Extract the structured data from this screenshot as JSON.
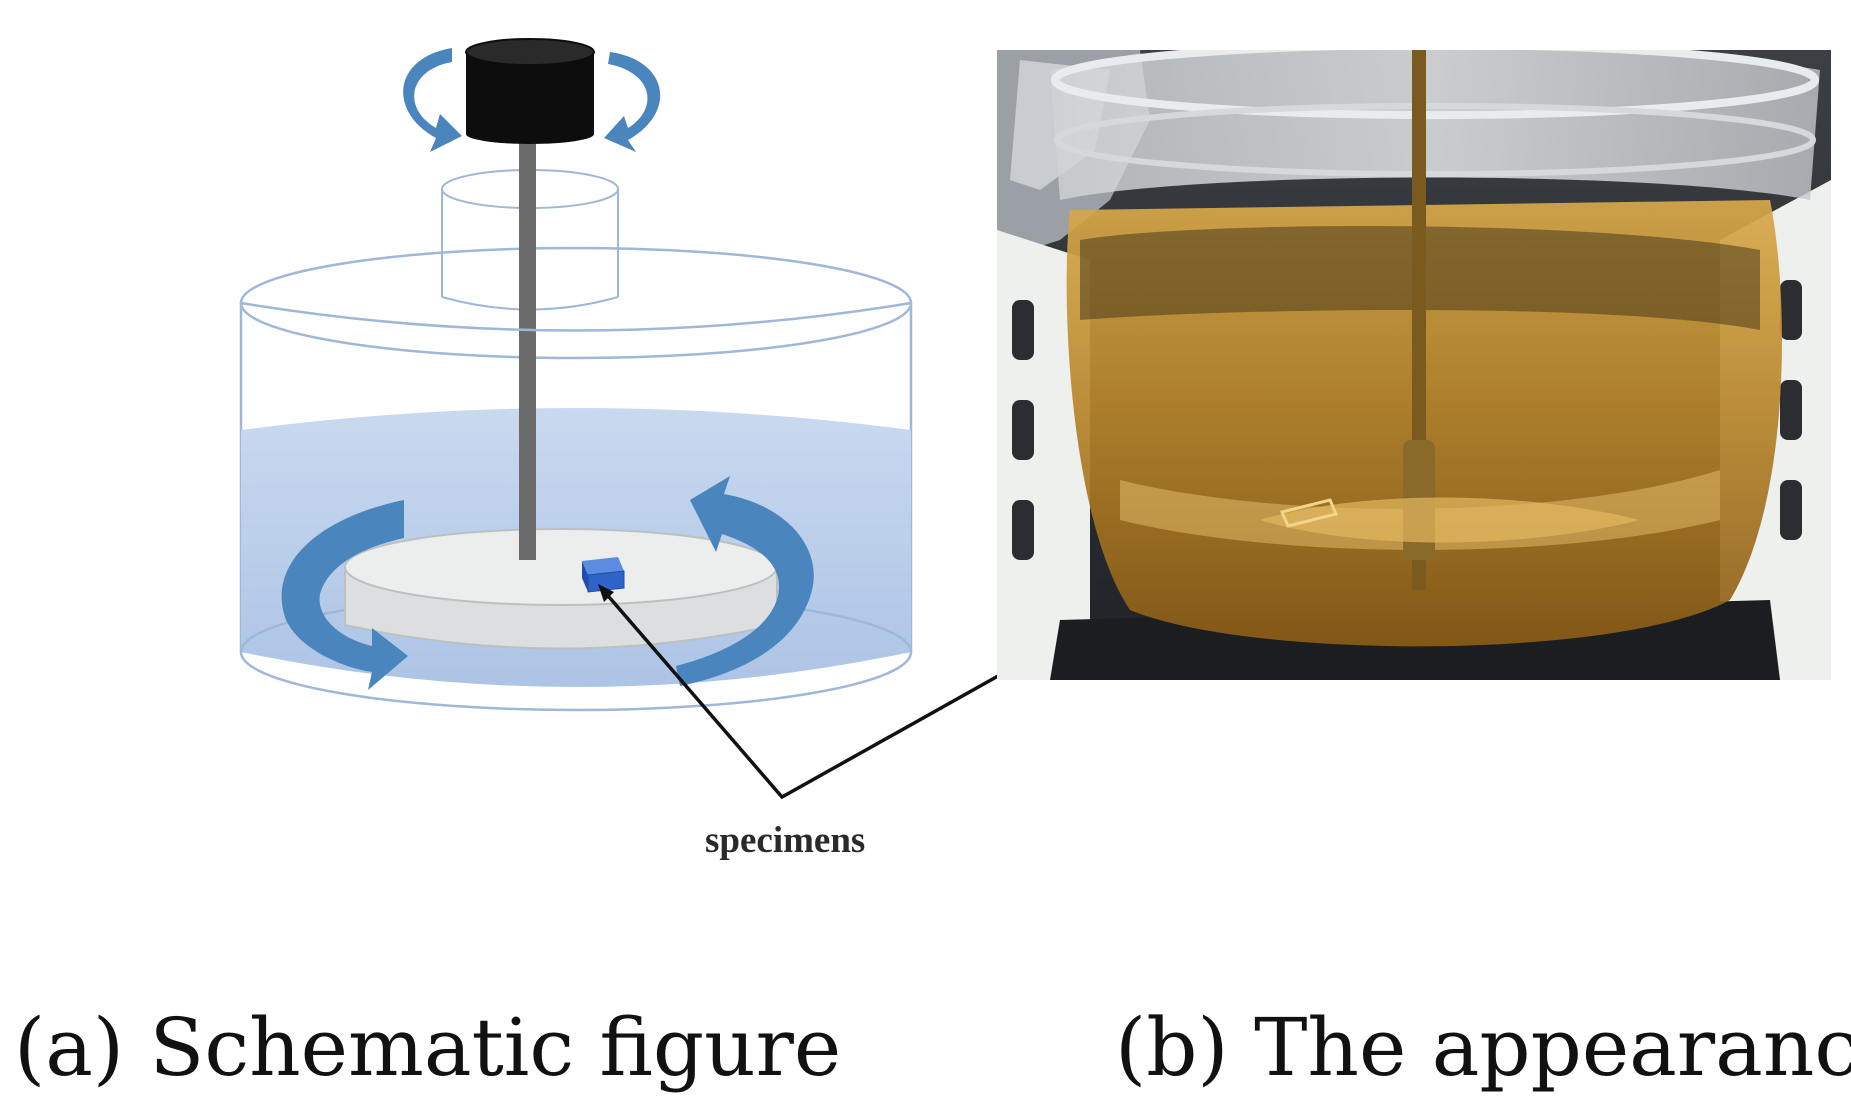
{
  "panel_a": {
    "caption": "(a)  Schematic figure",
    "callout": "specimens"
  },
  "panel_b": {
    "caption": "(b) The appearance"
  },
  "colors": {
    "arrow_blue": "#4a86bd",
    "liquid": "#b9cdea",
    "container_outline": "#9fb7d8",
    "motor": "#0d0d0d",
    "shaft": "#666666",
    "disk": "#e9eaea",
    "specimen": "#2f63c8",
    "photo_liquid": "#b8872a"
  },
  "icons": [
    "rotation-arrow-icon",
    "motor-icon",
    "specimen-icon"
  ]
}
